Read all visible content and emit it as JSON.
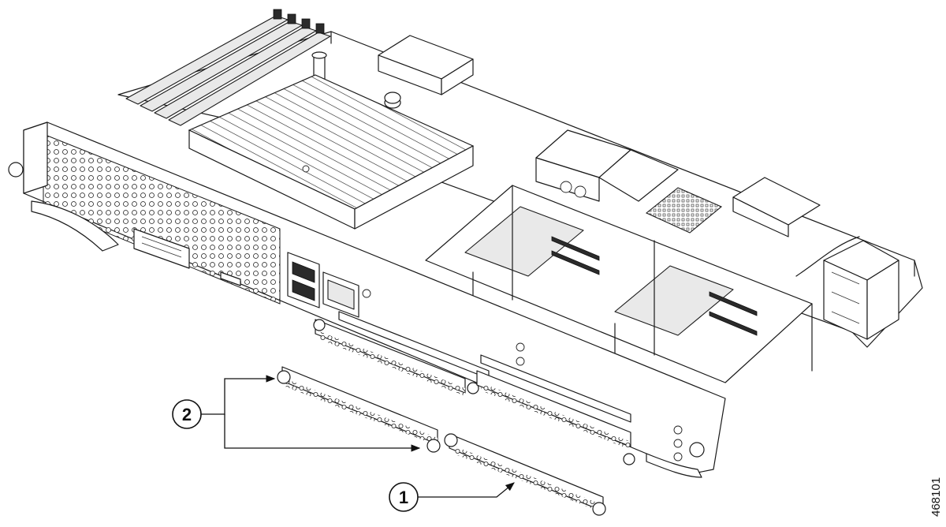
{
  "callouts": [
    {
      "id": "1",
      "label": "1"
    },
    {
      "id": "2",
      "label": "2"
    }
  ],
  "figure_number": "468101",
  "colors": {
    "line": "#1a1a1a",
    "background": "#ffffff",
    "shading": "#e9e9e9"
  }
}
